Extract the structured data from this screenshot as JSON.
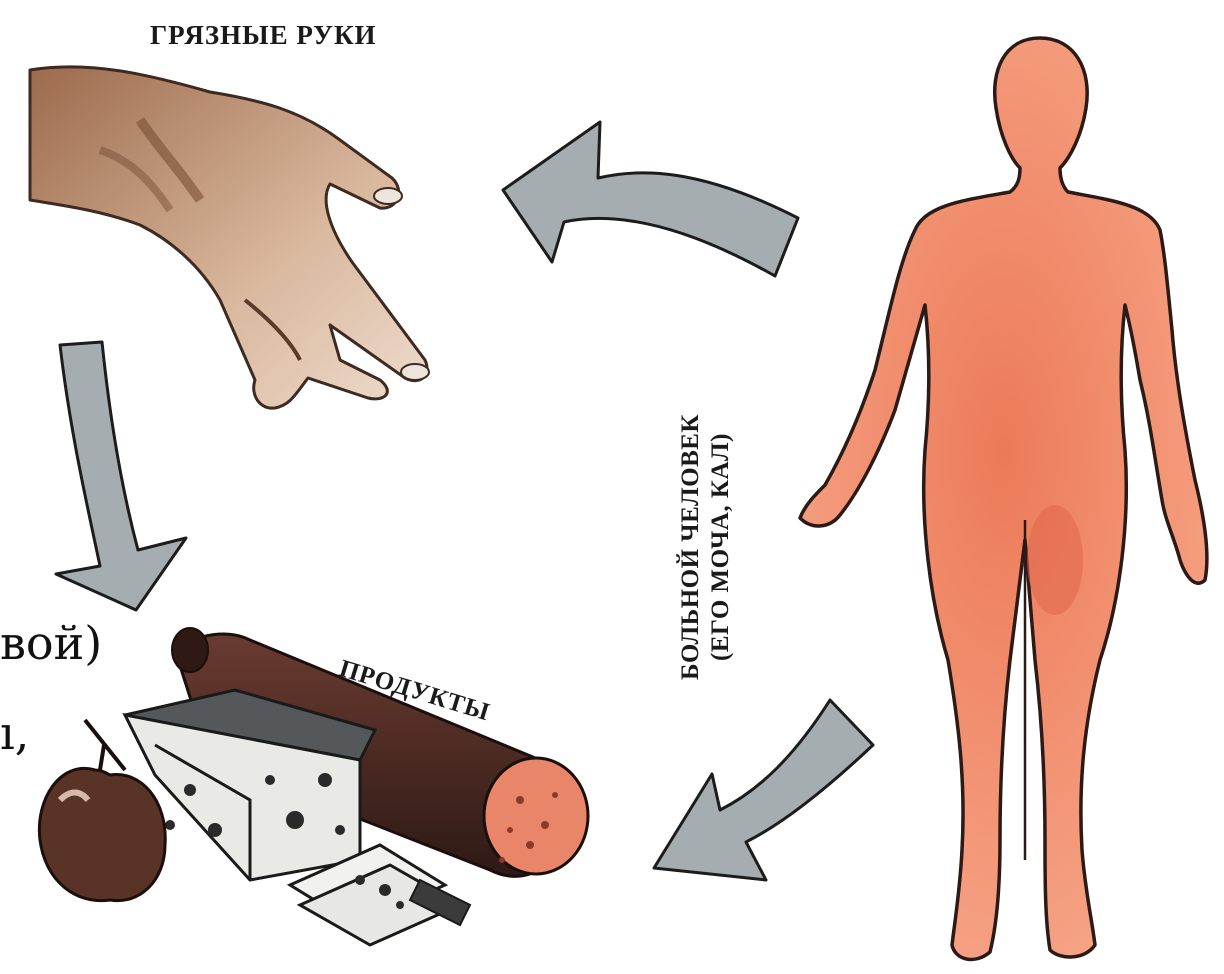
{
  "labels": {
    "dirty_hands": "ГРЯЗНЫЕ РУКИ",
    "products": "ПРОДУКТЫ",
    "sick_person_line1": "БОЛЬНОЙ ЧЕЛОВЕК",
    "sick_person_line2": "(ЕГО МОЧА, КАЛ)"
  },
  "text_fragments": {
    "fragment_1": "вой)",
    "fragment_2": "ı,"
  },
  "colors": {
    "arrow_fill": "#a6adb1",
    "arrow_stroke": "#1c1c1c",
    "skin": "#f0906e",
    "skin_dark": "#e0664a",
    "hand": "#c8a386",
    "sausage": "#4b2a23",
    "sausage_cut": "#e9866a",
    "cheese": "#e9e9e6"
  },
  "icons": [
    "hand-icon",
    "human-figure-icon",
    "products-icon",
    "arrow-icon"
  ]
}
